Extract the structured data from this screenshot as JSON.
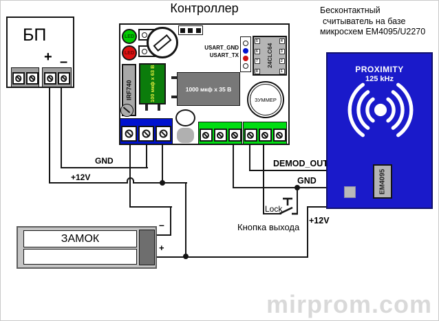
{
  "title": "Контроллер",
  "watermark": "mirprom.com",
  "power_supply": {
    "label": "БП",
    "plus": "+",
    "minus": "–"
  },
  "board": {
    "led_green": "LED",
    "led_red": "LED",
    "usart_gnd": "USART_GND",
    "usart_tx": "USART_TX",
    "eeprom": {
      "name": "24CLC64",
      "pins_left": [
        "5",
        "6",
        "7",
        "8"
      ],
      "pins_right": [
        "4",
        "3",
        "2",
        "1"
      ]
    },
    "mosfet": "IRF740",
    "cap_small": "100 мкф x 63 В",
    "cap_big": "1000 мкф x 35 В",
    "buzzer": "ЗУММЕР"
  },
  "reader": {
    "caption_line1": "Бесконтактный",
    "caption_line2": "считыватель на базе",
    "caption_line3": "микросхем EM4095/U2270",
    "proximity": "PROXIMITY",
    "frequency": "125 kHz",
    "chip": "EM4095"
  },
  "lock": {
    "label": "ЗАМОК",
    "minus": "–",
    "plus": "+"
  },
  "wires": {
    "gnd_psu": "GND",
    "p12v_psu": "+12V",
    "demod_out": "DEMOD_OUT",
    "gnd_reader": "GND",
    "p12v_reader": "+12V",
    "lock_button": "Lock",
    "exit_button": "Кнопка выхода"
  },
  "colors": {
    "reader_blue": "#1a1aca",
    "terminal_blue": "#0012cf",
    "terminal_green": "#00dd12",
    "led_green": "#00cb00",
    "led_red": "#dc1212",
    "cap_green": "#0b7c0b"
  }
}
